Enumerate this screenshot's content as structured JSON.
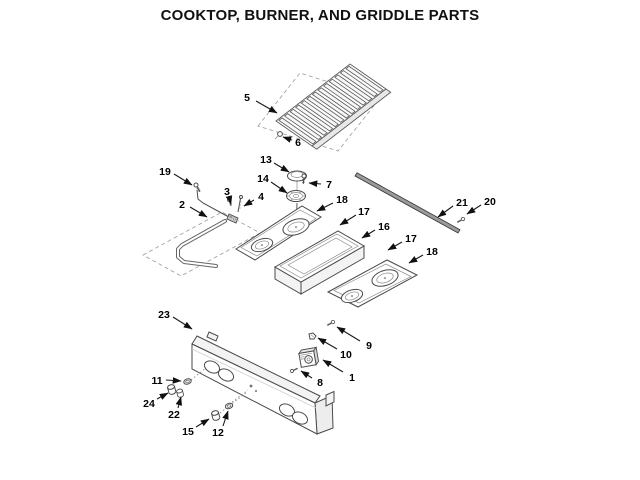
{
  "title": "COOKTOP, BURNER, AND GRIDDLE PARTS",
  "colors": {
    "line": "#4a4a4a",
    "light_line": "#8a8a8a",
    "label": "#000000",
    "background": "#ffffff"
  },
  "diagram": {
    "callouts": [
      {
        "num": "5",
        "label": [
          247,
          97
        ],
        "arrow": [
          [
            256,
            101
          ],
          [
            277,
            113
          ]
        ]
      },
      {
        "num": "6",
        "label": [
          298,
          142
        ],
        "arrow": [
          [
            292,
            140
          ],
          [
            283,
            137
          ]
        ]
      },
      {
        "num": "13",
        "label": [
          266,
          159
        ],
        "arrow": [
          [
            274,
            163
          ],
          [
            289,
            172
          ]
        ]
      },
      {
        "num": "14",
        "label": [
          263,
          178
        ],
        "arrow": [
          [
            271,
            182
          ],
          [
            287,
            193
          ]
        ]
      },
      {
        "num": "7",
        "label": [
          329,
          184
        ],
        "arrow": [
          [
            321,
            184
          ],
          [
            309,
            183
          ]
        ]
      },
      {
        "num": "19",
        "label": [
          165,
          171
        ],
        "arrow": [
          [
            174,
            174
          ],
          [
            192,
            185
          ]
        ]
      },
      {
        "num": "2",
        "label": [
          182,
          204
        ],
        "arrow": [
          [
            190,
            207
          ],
          [
            207,
            217
          ]
        ]
      },
      {
        "num": "3",
        "label": [
          227,
          191
        ],
        "arrow": [
          [
            229,
            196
          ],
          [
            231,
            204
          ]
        ]
      },
      {
        "num": "4",
        "label": [
          261,
          196
        ],
        "arrow": [
          [
            254,
            200
          ],
          [
            244,
            206
          ]
        ]
      },
      {
        "num": "18",
        "label": [
          342,
          199
        ],
        "arrow": [
          [
            333,
            203
          ],
          [
            317,
            211
          ]
        ]
      },
      {
        "num": "17",
        "label": [
          364,
          211
        ],
        "arrow": [
          [
            356,
            215
          ],
          [
            340,
            225
          ]
        ]
      },
      {
        "num": "16",
        "label": [
          384,
          226
        ],
        "arrow": [
          [
            375,
            230
          ],
          [
            362,
            238
          ]
        ]
      },
      {
        "num": "17",
        "label": [
          411,
          238
        ],
        "arrow": [
          [
            402,
            242
          ],
          [
            388,
            250
          ]
        ]
      },
      {
        "num": "18",
        "label": [
          432,
          251
        ],
        "arrow": [
          [
            423,
            255
          ],
          [
            409,
            263
          ]
        ]
      },
      {
        "num": "21",
        "label": [
          462,
          202
        ],
        "arrow": [
          [
            453,
            206
          ],
          [
            438,
            217
          ]
        ]
      },
      {
        "num": "20",
        "label": [
          490,
          201
        ],
        "arrow": [
          [
            481,
            205
          ],
          [
            467,
            214
          ]
        ]
      },
      {
        "num": "23",
        "label": [
          164,
          314
        ],
        "arrow": [
          [
            173,
            317
          ],
          [
            192,
            329
          ]
        ]
      },
      {
        "num": "9",
        "label": [
          369,
          345
        ],
        "arrow": [
          [
            360,
            341
          ],
          [
            337,
            327
          ]
        ]
      },
      {
        "num": "10",
        "label": [
          346,
          354
        ],
        "arrow": [
          [
            337,
            349
          ],
          [
            318,
            338
          ]
        ]
      },
      {
        "num": "1",
        "label": [
          352,
          377
        ],
        "arrow": [
          [
            343,
            372
          ],
          [
            323,
            360
          ]
        ]
      },
      {
        "num": "8",
        "label": [
          320,
          382
        ],
        "arrow": [
          [
            312,
            378
          ],
          [
            301,
            371
          ]
        ]
      },
      {
        "num": "11",
        "label": [
          157,
          380
        ],
        "arrow": [
          [
            166,
            380
          ],
          [
            181,
            381
          ]
        ]
      },
      {
        "num": "24",
        "label": [
          149,
          403
        ],
        "arrow": [
          [
            157,
            399
          ],
          [
            168,
            393
          ]
        ]
      },
      {
        "num": "22",
        "label": [
          174,
          414
        ],
        "arrow": [
          [
            178,
            408
          ],
          [
            181,
            397
          ]
        ]
      },
      {
        "num": "15",
        "label": [
          188,
          431
        ],
        "arrow": [
          [
            196,
            427
          ],
          [
            209,
            419
          ]
        ]
      },
      {
        "num": "12",
        "label": [
          218,
          432
        ],
        "arrow": [
          [
            223,
            426
          ],
          [
            228,
            411
          ]
        ]
      }
    ]
  }
}
